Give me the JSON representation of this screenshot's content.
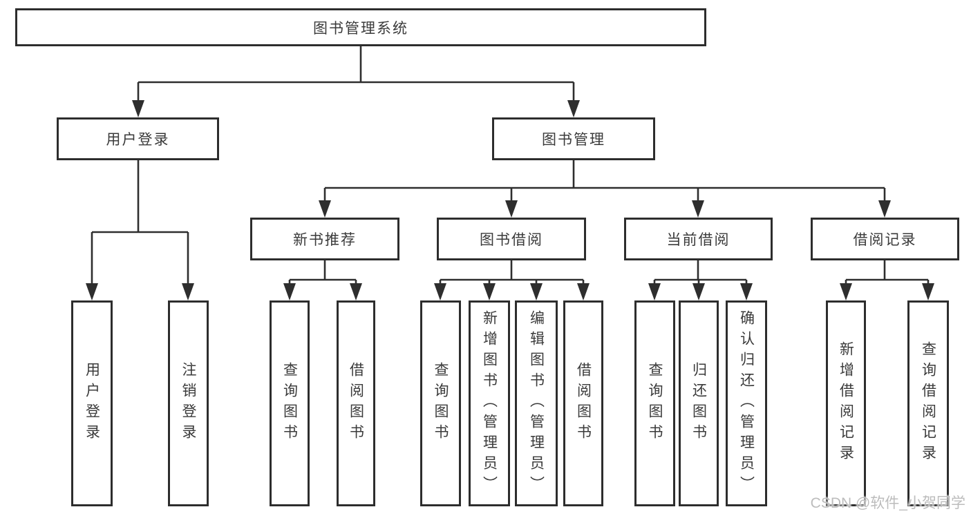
{
  "root": {
    "label": "图书管理系统"
  },
  "branches": [
    {
      "label": "用户登录",
      "children": [
        {
          "label": "用户登录"
        },
        {
          "label": "注销登录"
        }
      ]
    },
    {
      "label": "图书管理",
      "children": [
        {
          "label": "新书推荐",
          "children": [
            {
              "label": "查询图书"
            },
            {
              "label": "借阅图书"
            }
          ]
        },
        {
          "label": "图书借阅",
          "children": [
            {
              "label": "查询图书"
            },
            {
              "label": "新增图书（管理员）"
            },
            {
              "label": "编辑图书（管理员）"
            },
            {
              "label": "借阅图书"
            }
          ]
        },
        {
          "label": "当前借阅",
          "children": [
            {
              "label": "查询图书"
            },
            {
              "label": "归还图书"
            },
            {
              "label": "确认归还（管理员）"
            }
          ]
        },
        {
          "label": "借阅记录",
          "children": [
            {
              "label": "新增借阅记录"
            },
            {
              "label": "查询借阅记录"
            }
          ]
        }
      ]
    }
  ],
  "watermark": "CSDN @软件_小贺同学",
  "colors": {
    "line": "#2e2e2e",
    "box_border": "#2d2d2d",
    "text": "#3a3a3a",
    "watermark": "#bcbcbc"
  }
}
